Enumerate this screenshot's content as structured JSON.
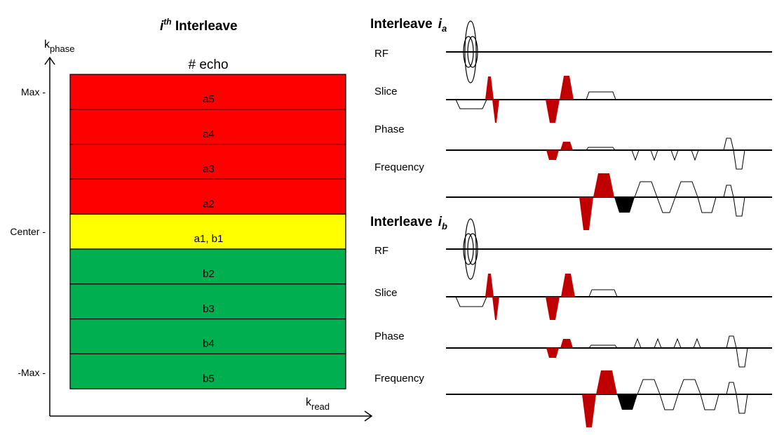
{
  "left": {
    "title_prefix": "i",
    "title_sup": "th",
    "title_suffix": " Interleave",
    "y_axis_label": "k",
    "y_axis_sub": "phase",
    "x_axis_label": "k",
    "x_axis_sub": "read",
    "column_header": "# echo",
    "tick_labels": [
      "Max -",
      "Center -",
      "-Max -"
    ],
    "rows": [
      {
        "label": "a5",
        "color": "#ff0000"
      },
      {
        "label": "a4",
        "color": "#ff0000"
      },
      {
        "label": "a3",
        "color": "#ff0000"
      },
      {
        "label": "a2",
        "color": "#ff0000"
      },
      {
        "label": "a1, b1",
        "color": "#ffff00"
      },
      {
        "label": "b2",
        "color": "#00b050"
      },
      {
        "label": "b3",
        "color": "#00b050"
      },
      {
        "label": "b4",
        "color": "#00b050"
      },
      {
        "label": "b5",
        "color": "#00b050"
      }
    ]
  },
  "right": {
    "panels": [
      {
        "title": "Interleave",
        "title_var": "i",
        "title_sub": "a",
        "channels": [
          "RF",
          "Slice",
          "Phase",
          "Frequency"
        ]
      },
      {
        "title": "Interleave",
        "title_var": "i",
        "title_sub": "b",
        "channels": [
          "RF",
          "Slice",
          "Phase",
          "Frequency"
        ]
      }
    ]
  },
  "colors": {
    "gradient_red": "#c00000",
    "readout_black": "#000000",
    "line": "#000000"
  }
}
